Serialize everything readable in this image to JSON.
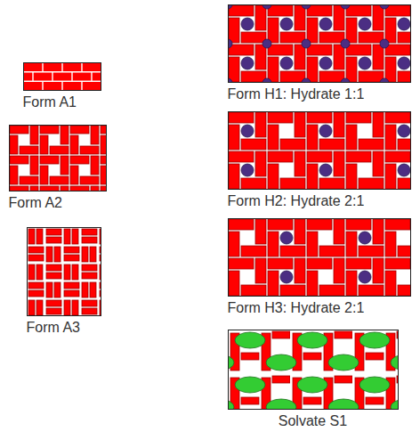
{
  "diagram": {
    "nodes": [
      {
        "text": [
          "Form A1"
        ]
      },
      {
        "text": [
          "Form A2"
        ]
      },
      {
        "text": [
          "Form A3"
        ]
      },
      {
        "text": [
          "Form H1: Hydrate 1:1"
        ]
      },
      {
        "text": [
          "Form H2: Hydrate 2:1"
        ]
      },
      {
        "text": [
          "Form H3: Hydrate 2:1"
        ]
      },
      {
        "text": [
          "Solvate S1"
        ]
      }
    ]
  }
}
